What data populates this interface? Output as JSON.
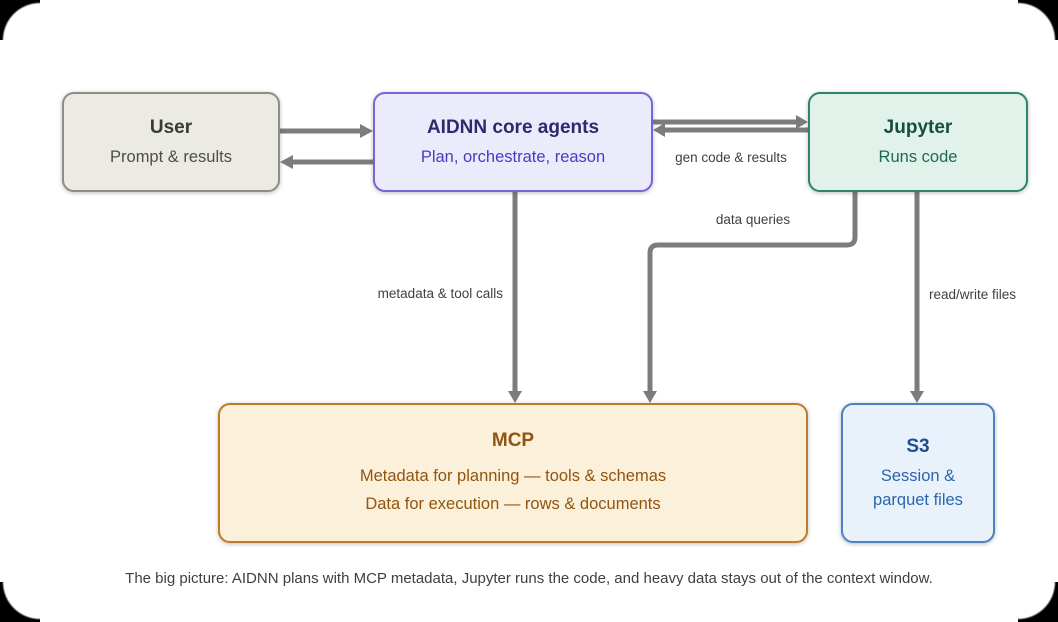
{
  "nodes": {
    "user": {
      "title": "User",
      "subtitle": "Prompt & results"
    },
    "aidnn": {
      "title": "AIDNN core agents",
      "subtitle": "Plan, orchestrate, reason"
    },
    "jupyter": {
      "title": "Jupyter",
      "subtitle": "Runs code"
    },
    "mcp": {
      "title": "MCP",
      "line1": "Metadata for planning — tools & schemas",
      "line2": "Data for execution — rows & documents"
    },
    "s3": {
      "title": "S3",
      "subtitle": "Session & parquet files"
    }
  },
  "edge_labels": {
    "aidnn_jupyter": "gen code & results",
    "jupyter_mcp": "data queries",
    "aidnn_mcp": "metadata & tool calls",
    "jupyter_s3": "read/write files"
  },
  "caption": "The big picture: AIDNN plans with MCP metadata, Jupyter runs the code, and heavy data stays out of the context window.",
  "colors": {
    "connector": "#7C7C7C",
    "user_fill": "#ECEBE3",
    "user_border": "#8E8E86",
    "aidnn_fill": "#ECEBFC",
    "aidnn_border": "#7566D8",
    "jupyter_fill": "#E0F2E9",
    "jupyter_border": "#2E8467",
    "mcp_fill": "#FBF0DA",
    "mcp_border": "#BE7C28",
    "s3_fill": "#E9F1FA",
    "s3_border": "#4A82C2"
  }
}
